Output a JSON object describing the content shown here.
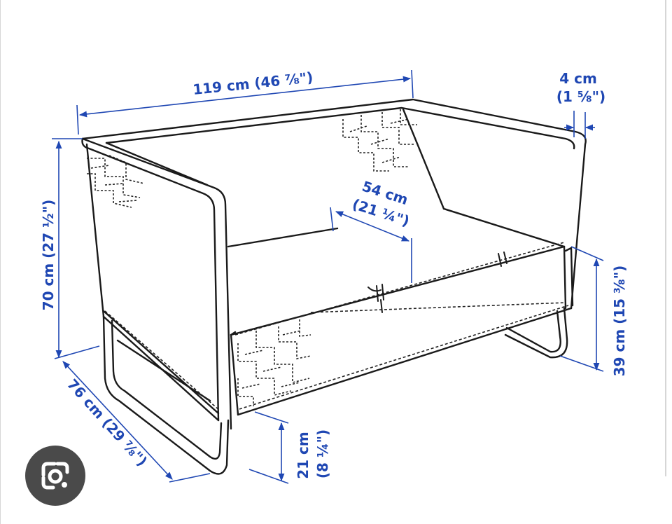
{
  "colors": {
    "dimension": "#1f47b3",
    "outline": "#1a1a1a",
    "stitch": "#222222",
    "lens_button_bg": "#4a4a4a"
  },
  "dimensions": {
    "width": "119 cm (46 ⅞\")",
    "arm_thickness_cm": "4 cm",
    "arm_thickness_in": "(1 ⅝\")",
    "height": "70 cm (27 ½\")",
    "seat_depth_cm": "54 cm",
    "seat_depth_in": "(21 ¼\")",
    "seat_height": "39 cm (15 ⅜\")",
    "depth": "76 cm (29 ⅞\")",
    "leg_height_cm": "21 cm",
    "leg_height_in": "(8 ¼\")"
  },
  "overlay": {
    "lens_icon": "google-lens-icon"
  }
}
